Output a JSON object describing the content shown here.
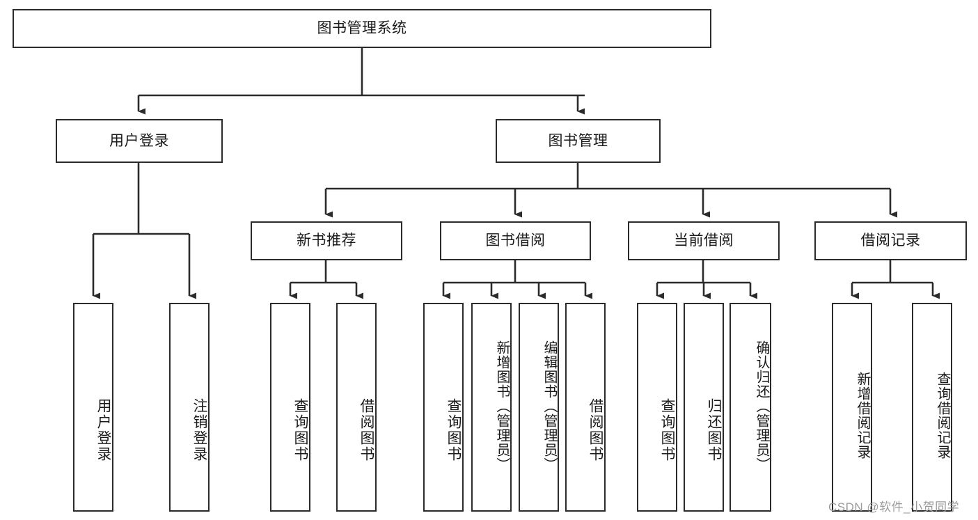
{
  "diagram": {
    "title": "图书管理系统",
    "type": "tree",
    "root": {
      "label": "图书管理系统"
    },
    "level2": [
      {
        "label": "用户登录"
      },
      {
        "label": "图书管理"
      }
    ],
    "level3": [
      {
        "label": "新书推荐"
      },
      {
        "label": "图书借阅"
      },
      {
        "label": "当前借阅"
      },
      {
        "label": "借阅记录"
      }
    ],
    "leaves": {
      "user_login": [
        {
          "label": "用户登录"
        },
        {
          "label": "注销登录"
        }
      ],
      "new_book_recommend": [
        {
          "label": "查询图书"
        },
        {
          "label": "借阅图书"
        }
      ],
      "book_borrow": [
        {
          "label": "查询图书"
        },
        {
          "label": "新增图书（管理员）"
        },
        {
          "label": "编辑图书（管理员）"
        },
        {
          "label": "借阅图书"
        }
      ],
      "current_borrow": [
        {
          "label": "查询图书"
        },
        {
          "label": "归还图书"
        },
        {
          "label": "确认归还（管理员）"
        }
      ],
      "borrow_record": [
        {
          "label": "新增借阅记录"
        },
        {
          "label": "查询借阅记录"
        }
      ]
    }
  },
  "watermark": {
    "text": "CSDN @软件_小贺同学"
  },
  "colors": {
    "stroke": "#2b2b2b",
    "fill": "#ffffff",
    "text": "#1a1a1a",
    "watermark": "#9a9a9a"
  }
}
